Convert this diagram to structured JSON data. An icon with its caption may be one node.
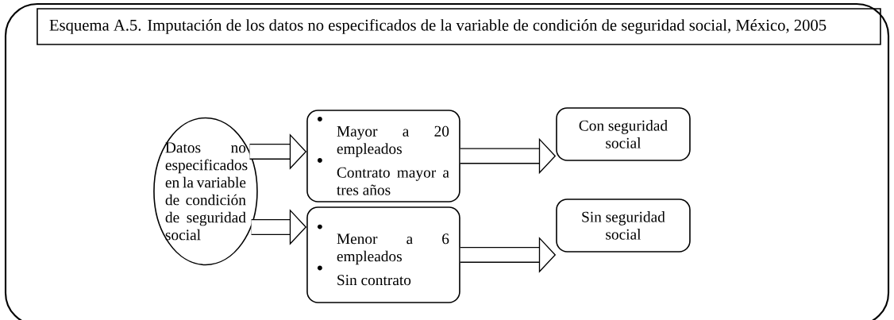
{
  "diagram": {
    "nodes": [
      {
        "text": [],
        "shape": "box"
      },
      {
        "text": [
          "Esquema A.5. Imputación de los datos no especificados de la variable de condición de seguridad social, México, 2005"
        ],
        "in": 0
      },
      {
        "text": [
          "Datos no especificados en la variable de condición de seguridad social"
        ],
        "in": 0
      },
      {
        "text": [
          "Mayor a 20 empleados",
          "Contrato mayor a tres años"
        ],
        "in": 0
      },
      {
        "text": [
          "Menor a 6 empleados",
          "Sin contrato"
        ],
        "in": 0
      },
      {
        "text": [
          "Con seguridad social"
        ],
        "in": 0
      },
      {
        "text": [
          "Sin seguridad social"
        ],
        "in": 0
      }
    ],
    "edges": [
      {
        "from": 2,
        "to": 3,
        "arrow": "to"
      },
      {
        "from": 2,
        "to": 4,
        "arrow": "to"
      },
      {
        "from": 3,
        "to": 5,
        "arrow": "to"
      },
      {
        "from": 4,
        "to": 6,
        "arrow": "to"
      }
    ]
  }
}
